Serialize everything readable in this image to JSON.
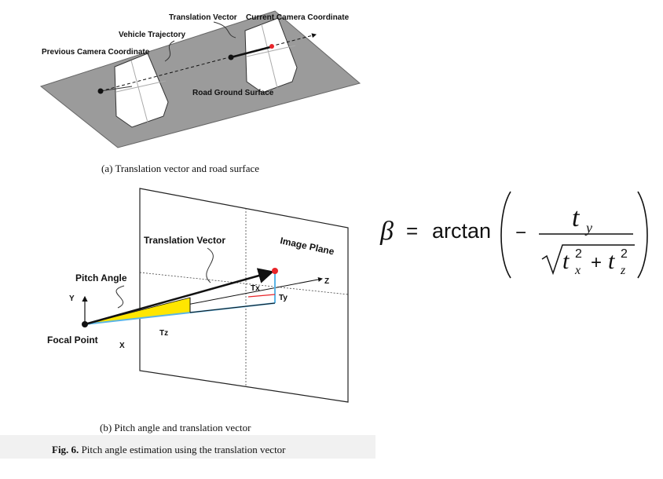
{
  "top_figure": {
    "labels": {
      "translation_vector": "Translation Vector",
      "current_camera": "Current Camera Coordinate",
      "vehicle_trajectory": "Vehicle Trajectory",
      "previous_camera": "Previous Camera Coordinate",
      "road_surface": "Road Ground Surface"
    },
    "caption": "(a) Translation vector and road surface"
  },
  "bottom_figure": {
    "labels": {
      "translation_vector": "Translation Vector",
      "image_plane": "Image Plane",
      "pitch_angle": "Pitch Angle",
      "y_axis": "Y",
      "z_axis": "Z",
      "x_axis": "X",
      "tx": "Tx",
      "ty": "Ty",
      "tz": "Tz",
      "focal_point": "Focal Point"
    },
    "caption": "(b) Pitch angle and translation vector"
  },
  "figure_caption": {
    "prefix": "Fig. 6.",
    "text": " Pitch angle estimation using the translation vector"
  },
  "equation": {
    "lhs": "β",
    "equals": "=",
    "func": "arctan",
    "minus": "−",
    "numerator_base": "t",
    "numerator_sub": "y",
    "den_t1": "t",
    "den_sup1": "2",
    "den_sub1": "x",
    "den_plus": "+",
    "den_t2": "t",
    "den_sup2": "2",
    "den_sub2": "z"
  },
  "colors": {
    "road": "#9b9b9b",
    "pitch_fill": "#ffe600",
    "tz_line": "#5ab4e6",
    "red_point": "#e8252a",
    "caption_band": "#f1f1f1"
  }
}
